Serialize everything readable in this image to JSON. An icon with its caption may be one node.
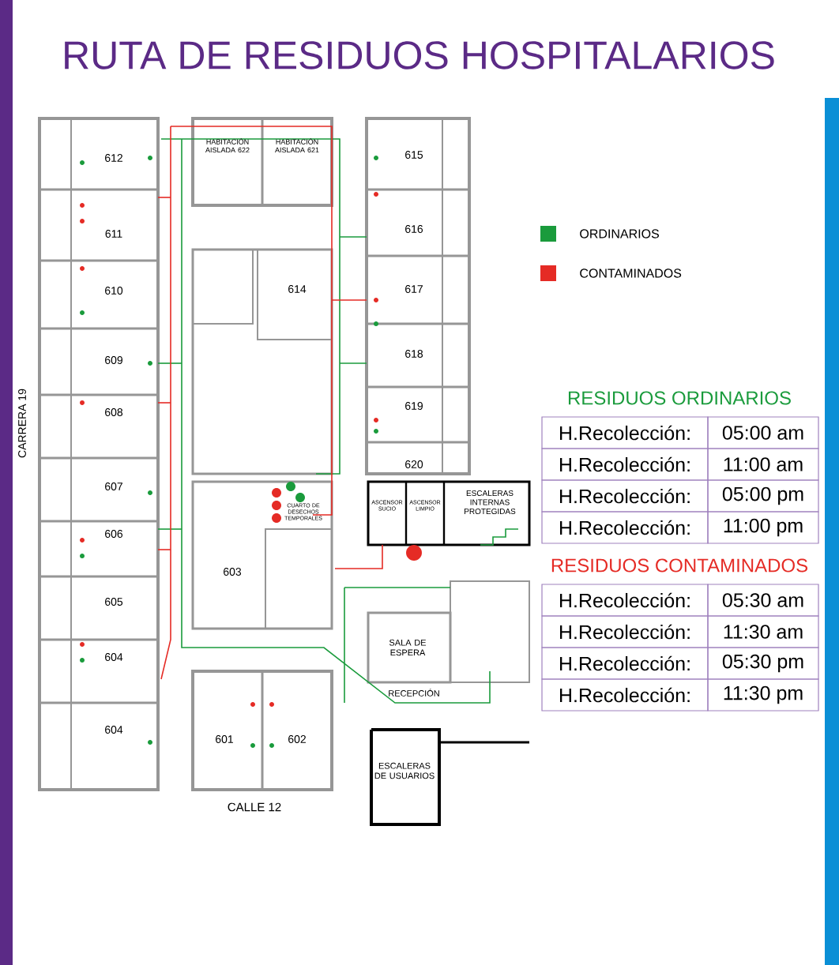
{
  "diagram": {
    "title": "RUTA DE RESIDUOS HOSPITALARIOS",
    "labels": [
      "HABITACIÓN AISLADA 622",
      "HABITACIÓN AISLADA 621",
      "612",
      "615",
      "611",
      "616",
      "610",
      "614",
      "617",
      "618",
      "609",
      "619",
      "608",
      "CARRERA 19",
      "620",
      "607",
      "CUARTO DE DESECHOS TEMPORALES",
      "ASCENSOR SUCIO",
      "ASCENSOR LIMPIO",
      "ESCALERAS INTERNAS PROTEGIDAS",
      "606",
      "603",
      "605",
      "SALA DE ESPERA",
      "604",
      "RECEPCIÓN",
      "601",
      "602",
      "604",
      "ESCALERAS DE USUARIOS",
      "CALLE 12",
      "RESIDUOS ORDINARIOS",
      "H.Recolección:",
      "05:00 am",
      "H.Recolección:",
      "11:00 am",
      "H.Recolección:",
      "05:00 pm",
      "H.Recolección:",
      "11:00 pm",
      "RESIDUOS CONTAMINADOS",
      "H.Recolección:",
      "05:30 am",
      "H.Recolección:",
      "11:30 am",
      "H.Recolección:",
      "05:30 pm",
      "H.Recolección:",
      "11:30 pm"
    ],
    "legend": [
      {
        "text": "ORDINARIOS",
        "color": "#1a9b3c"
      },
      {
        "text": "CONTAMINADOS",
        "color": "#e52b25"
      }
    ]
  }
}
